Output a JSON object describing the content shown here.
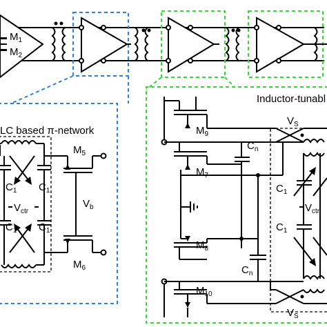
{
  "labels": {
    "inductor_tunable": "Inductor-tunabl",
    "lc_network": "LC based π-network",
    "m1": "M",
    "m1_sub": "1",
    "m2": "M",
    "m2_sub": "2",
    "m5": "M",
    "m5_sub": "5",
    "m6": "M",
    "m6_sub": "6",
    "m7": "M",
    "m7_sub": "7",
    "m8": "M",
    "m8_sub": "8",
    "m9": "M",
    "m9_sub": "9",
    "m10": "M",
    "m10_sub": "10",
    "c1": "C",
    "c1_sub": "1",
    "cn": "C",
    "cn_sub": "n",
    "vctr": "V",
    "vctr_sub": "ctr",
    "vb": "V",
    "vb_sub": "b",
    "vs": "V",
    "vs_sub": "S"
  },
  "colors": {
    "blue_box": "#2f7fd6",
    "green_box": "#39d43a",
    "wire": "#000000"
  }
}
